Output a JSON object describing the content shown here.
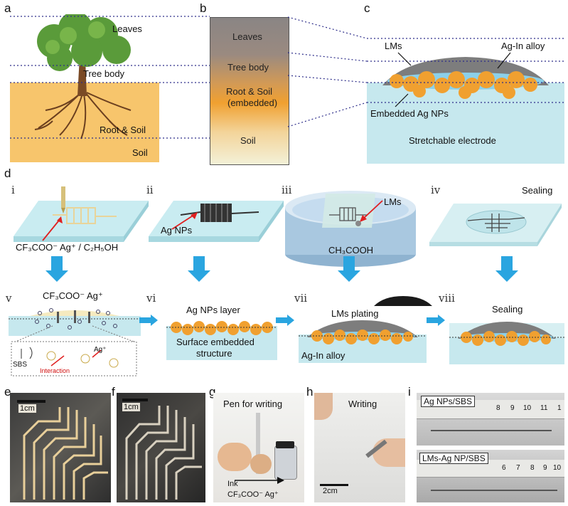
{
  "panel_letters": {
    "a": "a",
    "b": "b",
    "c": "c",
    "d": "d",
    "e": "e",
    "f": "f",
    "g": "g",
    "h": "h",
    "i": "i"
  },
  "panel_a": {
    "leaves": "Leaves",
    "tree_body": "Tree body",
    "root_soil": "Root & Soil",
    "soil": "Soil"
  },
  "panel_b": {
    "leaves": "Leaves",
    "tree_body": "Tree body",
    "root_soil_1": "Root & Soil",
    "root_soil_2": "(embedded)",
    "soil": "Soil"
  },
  "panel_c": {
    "lms": "LMs",
    "ag_in": "Ag-In alloy",
    "embedded": "Embedded Ag NPs",
    "electrode": "Stretchable electrode"
  },
  "panel_d": {
    "steps": {
      "i": "i",
      "ii": "ii",
      "iii": "iii",
      "iv": "iv",
      "v": "v",
      "vi": "vi",
      "vii": "vii",
      "viii": "viii"
    },
    "i_label": "CF₃COO⁻ Ag⁺ / C₂H₅OH",
    "ii_label": "Ag NPs",
    "iii_lms": "LMs",
    "iii_acid": "CH₃COOH",
    "iv_label": "Sealing",
    "v_label": "CF₃COO⁻ Ag⁺",
    "v_sbs": "SBS",
    "v_interaction": "Interaction",
    "v_ag": "Ag⁺",
    "vi_layer": "Ag NPs layer",
    "vi_struct_1": "Surface embedded",
    "vi_struct_2": "structure",
    "vii_plating": "LMs plating",
    "vii_alloy": "Ag-In alloy",
    "viii_label": "Sealing"
  },
  "panel_e": {
    "scale": "1cm"
  },
  "panel_f": {
    "scale": "1cm"
  },
  "panel_g": {
    "title": "Pen for writing",
    "ink_1": "Ink",
    "ink_2": "CF₃COO⁻ Ag⁺"
  },
  "panel_h": {
    "title": "Writing",
    "scale": "2cm"
  },
  "panel_i": {
    "top": "Ag NPs/SBS",
    "bottom": "LMs-Ag NP/SBS",
    "ruler_top": [
      "8",
      "9",
      "10",
      "11",
      "1"
    ],
    "ruler_bottom": [
      "6",
      "7",
      "8",
      "9",
      "10"
    ]
  },
  "colors": {
    "soil": "#f7c56c",
    "orange": "#f0a030",
    "blue": "#c6e8ee",
    "gray": "#777777",
    "lightblue": "#5aa7d9",
    "arrow": "#2aa5e0"
  }
}
